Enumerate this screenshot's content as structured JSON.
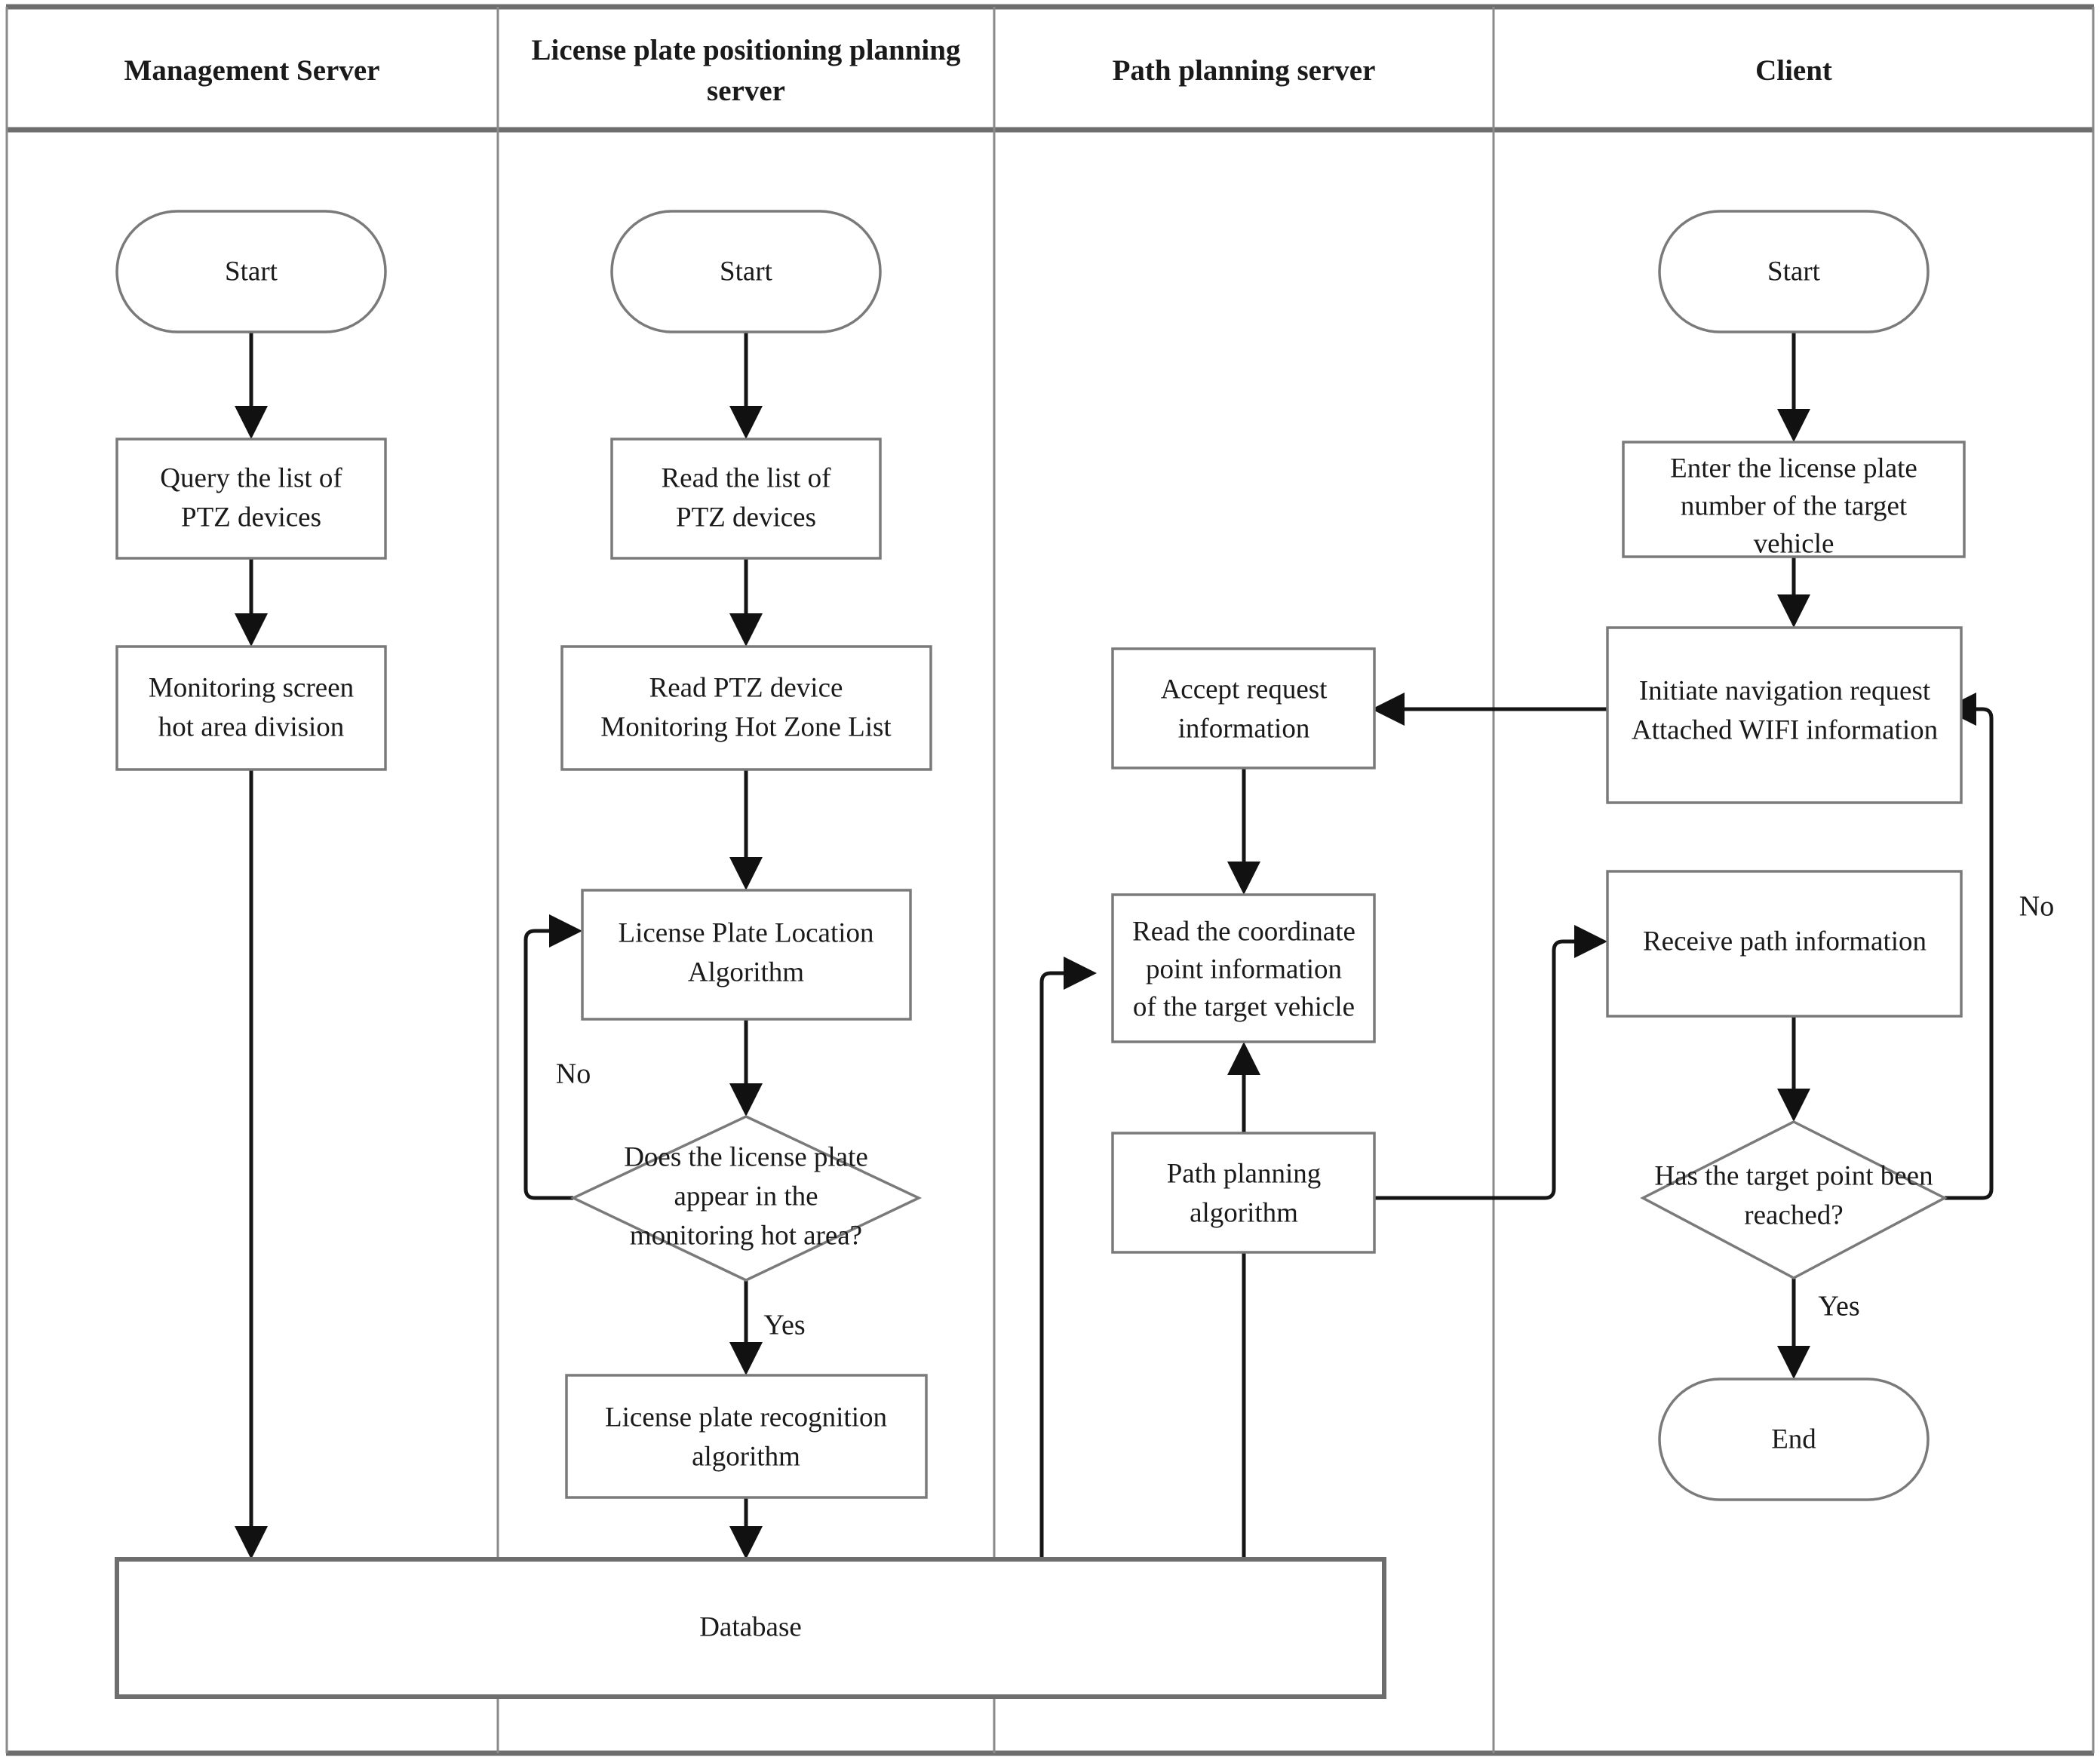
{
  "diagram": {
    "type": "swimlane-flowchart",
    "lanes": [
      {
        "id": "lane-management-server",
        "title": "Management Server"
      },
      {
        "id": "lane-license-plate-server",
        "title": "License plate positioning planning server"
      },
      {
        "id": "lane-path-planning-server",
        "title": "Path planning server"
      },
      {
        "id": "lane-client",
        "title": "Client"
      }
    ],
    "nodes": {
      "ms_start": {
        "label": "Start",
        "shape": "terminator",
        "lane": "lane-management-server"
      },
      "ms_query": {
        "label": "Query the list of PTZ devices",
        "line1": "Query the list of",
        "line2": "PTZ devices",
        "shape": "process",
        "lane": "lane-management-server"
      },
      "ms_hotarea": {
        "label": "Monitoring screen hot area division",
        "line1": "Monitoring screen",
        "line2": "hot area division",
        "shape": "process",
        "lane": "lane-management-server"
      },
      "lp_start": {
        "label": "Start",
        "shape": "terminator",
        "lane": "lane-license-plate-server"
      },
      "lp_read_list": {
        "label": "Read the list of PTZ devices",
        "line1": "Read the list of",
        "line2": "PTZ devices",
        "shape": "process",
        "lane": "lane-license-plate-server"
      },
      "lp_read_hotzone": {
        "label": "Read PTZ device Monitoring Hot Zone List",
        "line1": "Read PTZ device",
        "line2": "Monitoring Hot Zone List",
        "shape": "process",
        "lane": "lane-license-plate-server"
      },
      "lp_location_algo": {
        "label": "License Plate Location Algorithm",
        "line1": "License Plate Location",
        "line2": "Algorithm",
        "shape": "process",
        "lane": "lane-license-plate-server"
      },
      "lp_decision": {
        "label": "Does the license plate appear in the monitoring hot area?",
        "line1": "Does the license plate",
        "line2": "appear in the",
        "line3": "monitoring hot area?",
        "shape": "decision",
        "lane": "lane-license-plate-server"
      },
      "lp_recognition": {
        "label": "License plate recognition algorithm",
        "line1": "License plate recognition",
        "line2": "algorithm",
        "shape": "process",
        "lane": "lane-license-plate-server"
      },
      "pp_accept": {
        "label": "Accept request information",
        "line1": "Accept request",
        "line2": "information",
        "shape": "process",
        "lane": "lane-path-planning-server"
      },
      "pp_read_coord": {
        "label": "Read the coordinate point information of the target vehicle",
        "line1": "Read the coordinate",
        "line2": "point information",
        "line3": "of the target vehicle",
        "shape": "process",
        "lane": "lane-path-planning-server"
      },
      "pp_algo": {
        "label": "Path planning algorithm",
        "line1": "Path planning",
        "line2": "algorithm",
        "shape": "process",
        "lane": "lane-path-planning-server"
      },
      "cl_start": {
        "label": "Start",
        "shape": "terminator",
        "lane": "lane-client"
      },
      "cl_enter_plate": {
        "label": "Enter the license plate number of the target vehicle",
        "line1": "Enter the license plate",
        "line2": "number of the target",
        "line3": "vehicle",
        "shape": "process",
        "lane": "lane-client"
      },
      "cl_initiate": {
        "label": "Initiate navigation request Attached WIFI information",
        "line1": "Initiate navigation request",
        "line2": "Attached WIFI information",
        "shape": "process",
        "lane": "lane-client"
      },
      "cl_receive": {
        "label": "Receive path information",
        "line1": "Receive path information",
        "shape": "process",
        "lane": "lane-client"
      },
      "cl_decision": {
        "label": "Has the target point been reached?",
        "line1": "Has the target point been",
        "line2": "reached?",
        "shape": "decision",
        "lane": "lane-client"
      },
      "cl_end": {
        "label": "End",
        "shape": "terminator",
        "lane": "lane-client"
      },
      "db": {
        "label": "Database",
        "shape": "process",
        "lane": "spanning"
      }
    },
    "edge_labels": {
      "lp_no": "No",
      "lp_yes": "Yes",
      "cl_no": "No",
      "cl_yes": "Yes"
    },
    "colors": {
      "shape_stroke": "#7a7a7a",
      "connector": "#151515",
      "frame": "#808080",
      "text": "#1a1a1a",
      "background": "#ffffff"
    }
  }
}
